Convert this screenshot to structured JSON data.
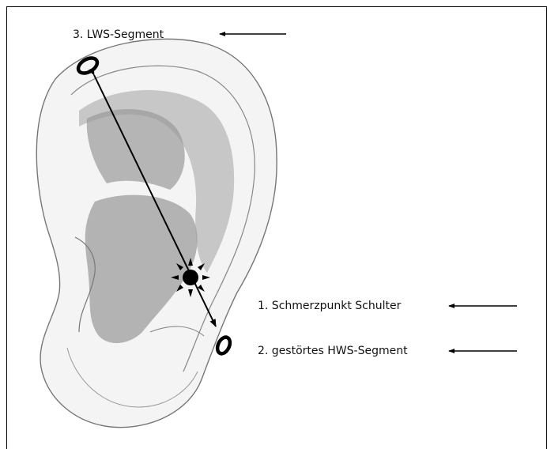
{
  "labels": {
    "lws": "3. LWS-Segment",
    "schmerz": "1. Schmerzpunkt Schulter",
    "hws": "2. gestörtes HWS-Segment"
  },
  "colors": {
    "ink": "#000000",
    "ear_line": "#6e6e6e",
    "ear_shade_dark": "#8a8a8a",
    "ear_shade_light": "#c9c9c9"
  },
  "icons": {
    "lws_marker": "ring-marker-icon",
    "hws_marker": "ring-marker-icon",
    "pain_point": "starburst-icon"
  }
}
